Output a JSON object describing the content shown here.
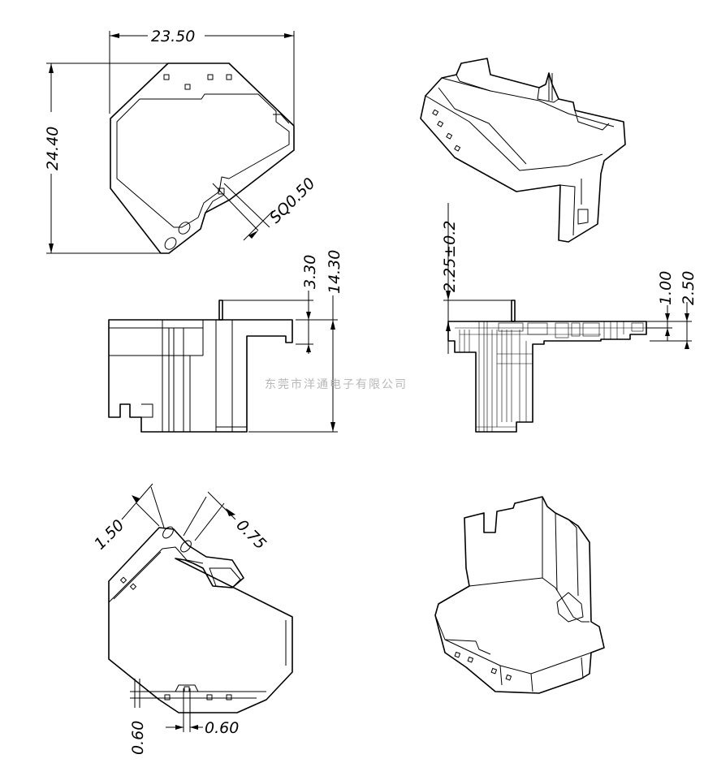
{
  "watermark": "东莞市洋通电子有限公司",
  "dimensions": {
    "width_top": "23.50",
    "height_left": "24.40",
    "sq_pin": "SQ0.50",
    "pin_length": "3.30",
    "total_height": "14.30",
    "offset_tol": "2.25±0.2",
    "thickness_a": "1.00",
    "thickness_b": "2.50",
    "slot_a": "1.50",
    "slot_b": "0.75",
    "gap_a": "0.60",
    "gap_b": "0.60"
  }
}
